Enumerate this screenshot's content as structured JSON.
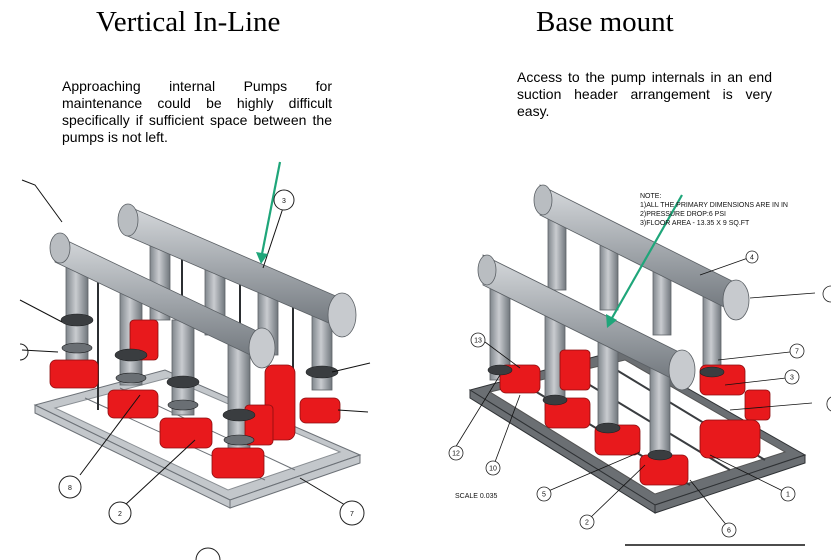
{
  "left_panel": {
    "title": "Vertical In-Line",
    "description": "Approaching internal Pumps for maintenance could be highly difficult specifically if sufficient space between the pumps is not left.",
    "callouts": [
      "3",
      "8",
      "2",
      "7"
    ]
  },
  "right_panel": {
    "title": "Base mount",
    "description": "Access to the pump internals in an end suction header arrangement is very easy.",
    "notes": [
      "NOTE:",
      "1)ALL THE PRIMARY DIMENSIONS ARE IN IN",
      "2)PRESSURE DROP:6 PSI",
      "3)FLOOR AREA  - 13.35 X 9 SQ.FT"
    ],
    "scale_text": "SCALE   0.035",
    "callouts": [
      "4",
      "13",
      "7",
      "3",
      "12",
      "10",
      "5",
      "2",
      "6",
      "1"
    ]
  },
  "colors": {
    "pump_red": "#e8191c",
    "pipe_grey": "#9aa0a6",
    "frame_grey": "#b9bdc2",
    "arrow_green": "#1fa67a"
  }
}
